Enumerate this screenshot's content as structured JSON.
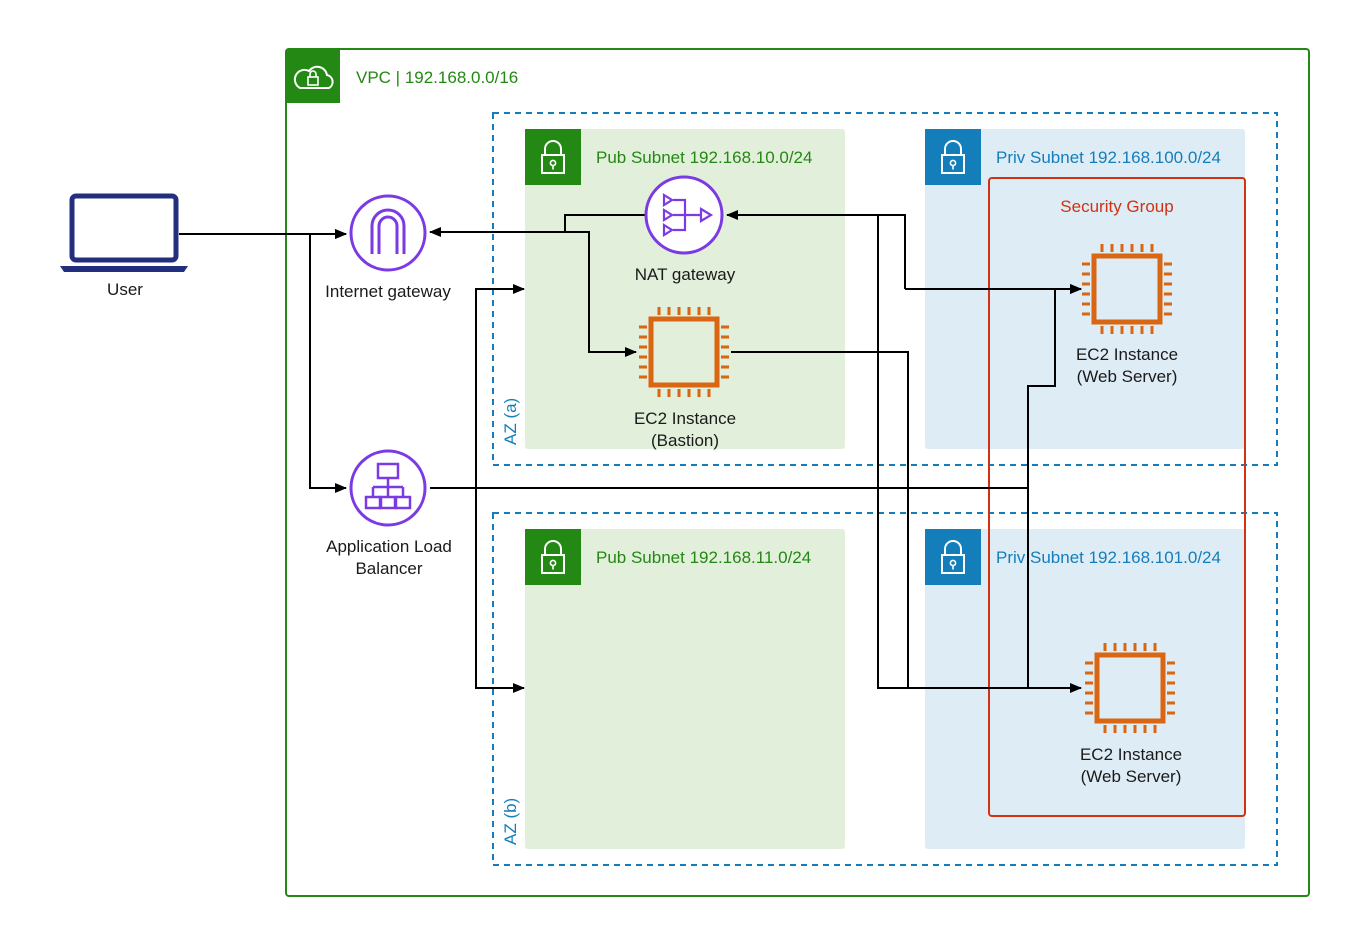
{
  "vpc": {
    "label": "VPC | 192.168.0.0/16"
  },
  "user": {
    "label": "User"
  },
  "internet_gateway": {
    "label": "Internet gateway"
  },
  "alb": {
    "line1": "Application Load",
    "line2": "Balancer"
  },
  "nat_gateway": {
    "label": "NAT gateway"
  },
  "bastion": {
    "line1": "EC2 Instance",
    "line2": "(Bastion)"
  },
  "web_server_a": {
    "line1": "EC2 Instance",
    "line2": "(Web Server)"
  },
  "web_server_b": {
    "line1": "EC2 Instance",
    "line2": "(Web Server)"
  },
  "az_a": {
    "label": "AZ (a)"
  },
  "az_b": {
    "label": "AZ (b)"
  },
  "pub_subnet_a": {
    "label": "Pub Subnet 192.168.10.0/24"
  },
  "pub_subnet_b": {
    "label": "Pub Subnet 192.168.11.0/24"
  },
  "priv_subnet_a": {
    "label": "Priv Subnet 192.168.100.0/24"
  },
  "priv_subnet_b": {
    "label": "Priv Subnet 192.168.101.0/24"
  },
  "security_group": {
    "label": "Security Group"
  },
  "colors": {
    "vpc_green": "#248814",
    "public_fill": "#e2efda",
    "private_fill": "#deecf5",
    "private_blue": "#147eba",
    "security_red": "#d13212",
    "network_purple": "#7b3ae3",
    "compute_orange": "#d86613",
    "user_navy": "#232f7e"
  }
}
